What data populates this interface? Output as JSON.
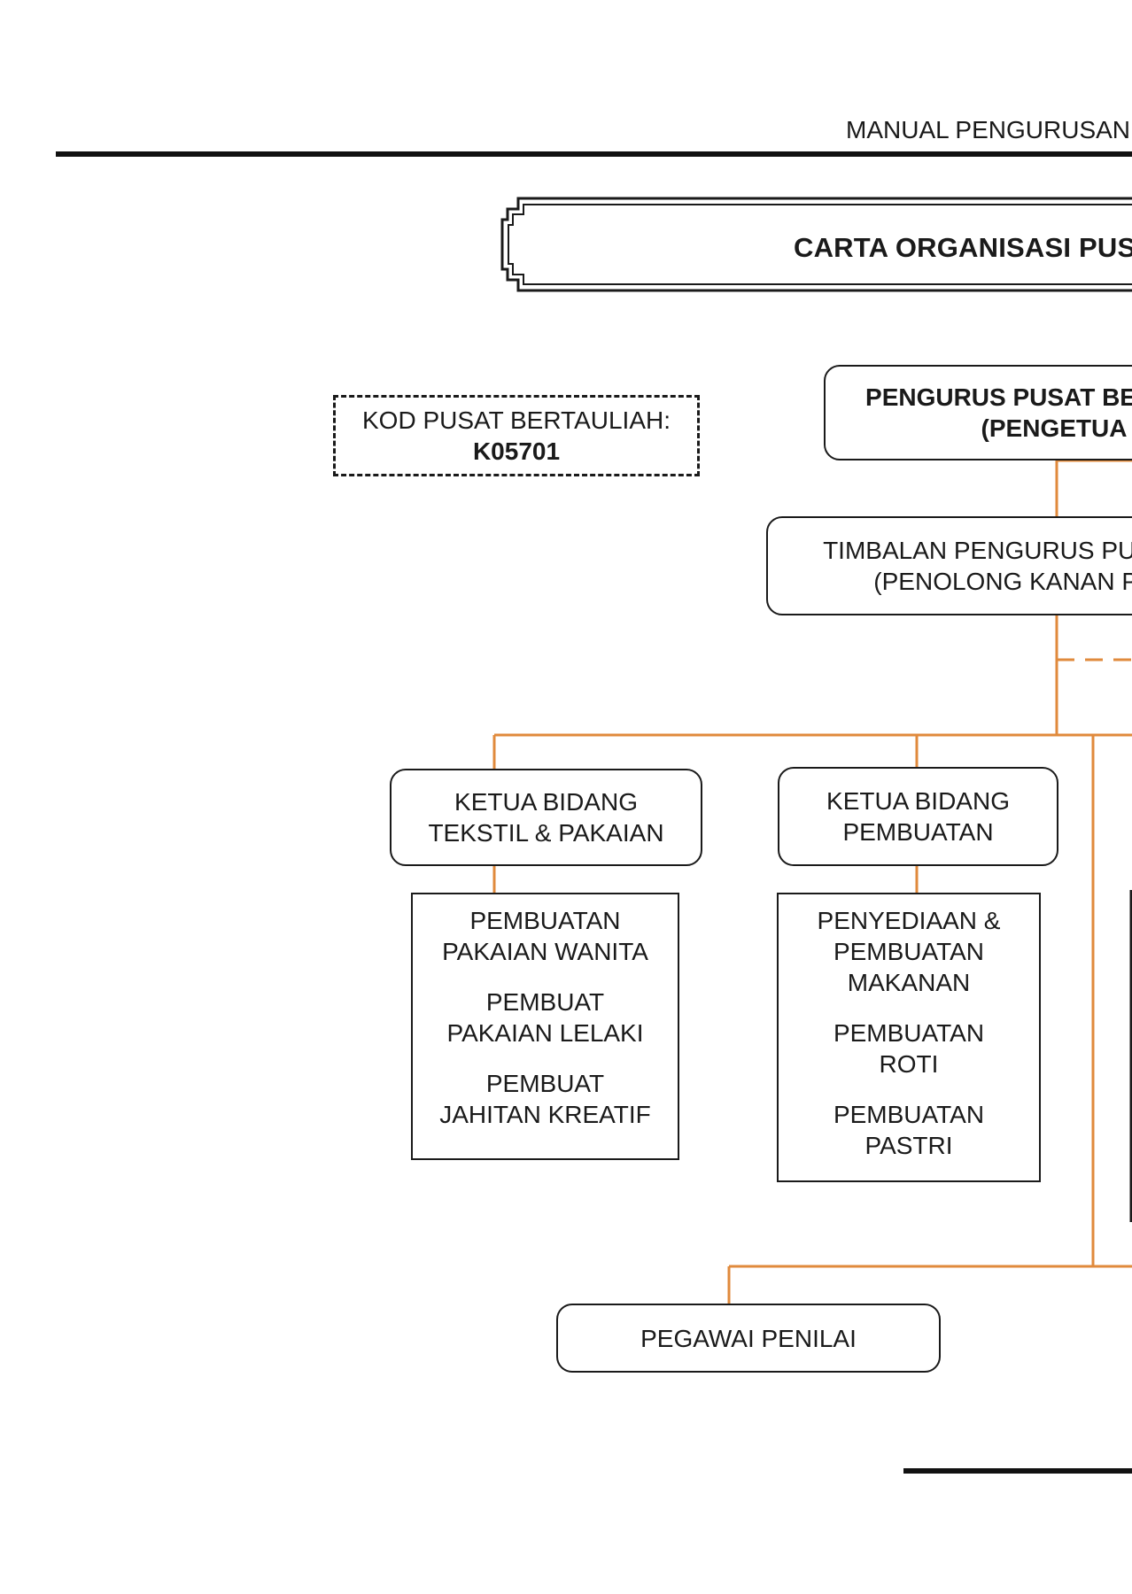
{
  "header": {
    "text": "MANUAL PENGURUSAN"
  },
  "title": {
    "text": "CARTA ORGANISASI PUSA"
  },
  "code_box": {
    "label": "KOD PUSAT BERTAULIAH:",
    "code": "K05701"
  },
  "nodes": {
    "pengurus": {
      "line1": "PENGURUS PUSAT BE",
      "line2": "(PENGETUA"
    },
    "timbalan": {
      "line1": "TIMBALAN PENGURUS PUS",
      "line2": "(PENOLONG KANAN PE"
    },
    "ketua_tekstil": {
      "line1": "KETUA BIDANG",
      "line2": "TEKSTIL & PAKAIAN"
    },
    "ketua_pembuatan": {
      "line1": "KETUA BIDANG",
      "line2": "PEMBUATAN"
    },
    "pegawai_penilai": {
      "label": "PEGAWAI PENILAI"
    }
  },
  "programs": {
    "tekstil": [
      [
        "PEMBUATAN",
        "PAKAIAN WANITA"
      ],
      [
        "PEMBUAT",
        "PAKAIAN LELAKI"
      ],
      [
        "PEMBUAT",
        "JAHITAN KREATIF"
      ]
    ],
    "pembuatan": [
      [
        "PENYEDIAAN &",
        "PEMBUATAN",
        "MAKANAN"
      ],
      [
        "PEMBUATAN",
        "ROTI"
      ],
      [
        "PEMBUATAN",
        "PASTRI"
      ]
    ]
  },
  "colors": {
    "connector": "#e08a3c",
    "border": "#1a1a1a"
  }
}
